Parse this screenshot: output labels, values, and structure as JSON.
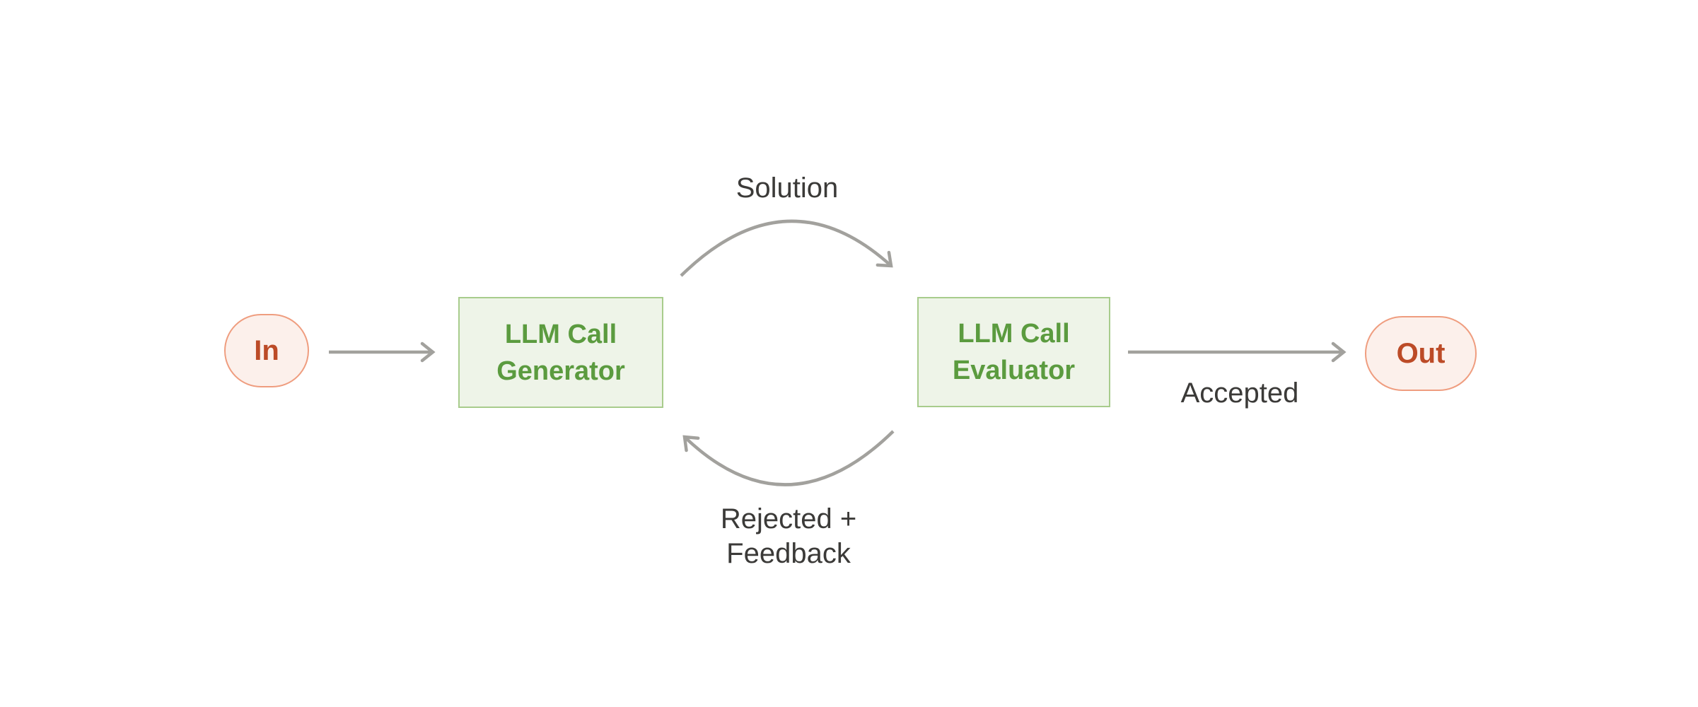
{
  "diagram": {
    "title": "evaluator-optimizer-workflow",
    "colors": {
      "background": "#FFFFFF",
      "arrow": "#A2A19D",
      "label_text": "#3B3A38",
      "green_fill": "#EEF4E8",
      "green_border": "#A8CC8C",
      "green_text": "#5B9B3F",
      "pink_fill": "#FCF0EB",
      "pink_border": "#EF9D7F",
      "red_text": "#BC4B27"
    },
    "nodes": {
      "input": {
        "label": "In"
      },
      "generator": {
        "line1": "LLM Call",
        "line2": "Generator"
      },
      "evaluator": {
        "line1": "LLM Call",
        "line2": "Evaluator"
      },
      "output": {
        "label": "Out"
      }
    },
    "edges": {
      "generator_to_evaluator": {
        "label": "Solution"
      },
      "evaluator_to_generator": {
        "label_line1": "Rejected +",
        "label_line2": "Feedback"
      },
      "evaluator_to_out": {
        "label": "Accepted"
      }
    }
  }
}
